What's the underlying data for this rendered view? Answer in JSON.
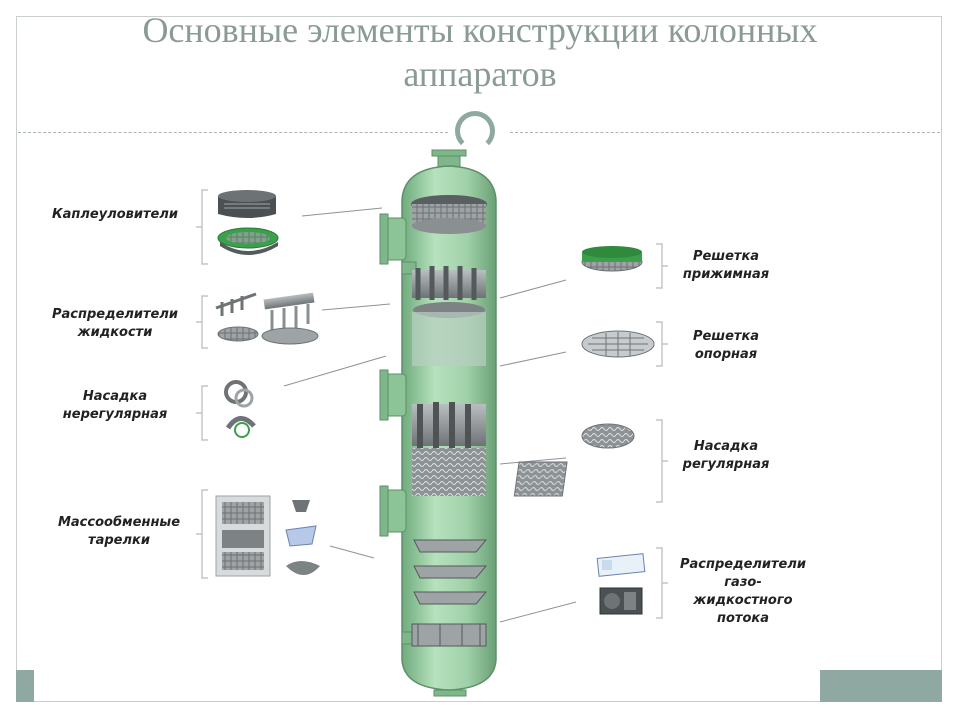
{
  "title": {
    "line1": "Основные элементы конструкции колонных",
    "line2": "аппаратов"
  },
  "left_labels": {
    "demister": "Каплеуловители",
    "liquid_distributor": [
      "Распределители",
      "жидкости"
    ],
    "random_packing": [
      "Насадка",
      "нерегулярная"
    ],
    "trays": [
      "Массообменные",
      "тарелки"
    ]
  },
  "right_labels": {
    "hold_down_grid": [
      "Решетка",
      "прижимная"
    ],
    "support_grid": [
      "Решетка",
      "опорная"
    ],
    "structured_packing": [
      "Насадка",
      "регулярная"
    ],
    "gas_liquid_distributor": [
      "Распределители",
      "газо-",
      "жидкостного",
      "потока"
    ]
  },
  "colors": {
    "title": "#8a9a96",
    "accent": "#8fa8a2",
    "column_body": "#9fd0a8",
    "column_shade": "#6faa7c",
    "internals": "#8a8f92",
    "green_part": "#3aa04a"
  }
}
